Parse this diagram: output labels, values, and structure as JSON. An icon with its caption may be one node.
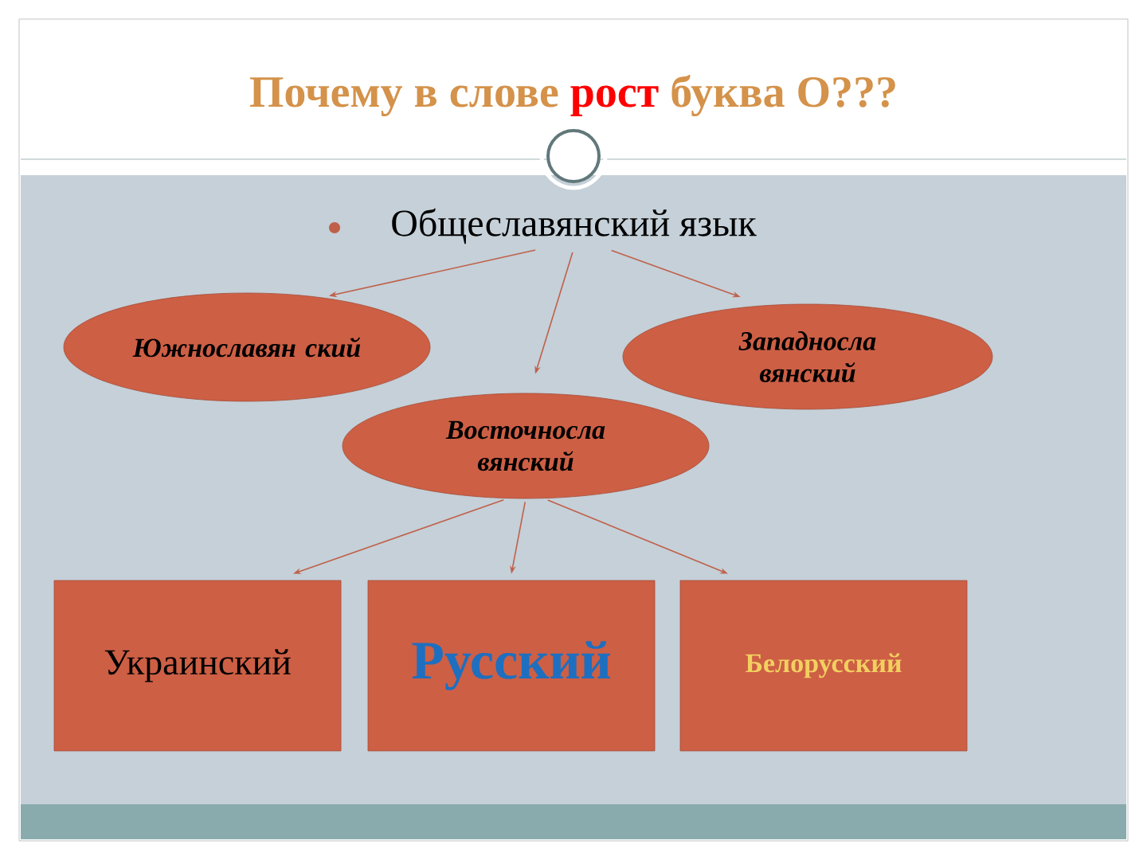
{
  "diagram": {
    "title": "Почему в слове **рост** буква О???",
    "nodes": [
      {
        "text": [
          "Общеславянский язык"
        ]
      },
      {
        "text": [
          "Южнославян ский"
        ]
      },
      {
        "text": [
          "Западносла вянский"
        ]
      },
      {
        "text": [
          "Восточносла вянский"
        ]
      },
      {
        "text": [
          "Украинский"
        ]
      },
      {
        "text": [
          "Русский"
        ]
      },
      {
        "text": [
          "Белорусский"
        ]
      }
    ],
    "edges": [
      {
        "from": 0,
        "to": 1,
        "arrow": "to"
      },
      {
        "from": 0,
        "to": 3,
        "arrow": "to"
      },
      {
        "from": 0,
        "to": 2,
        "arrow": "to"
      },
      {
        "from": 3,
        "to": 4,
        "arrow": "to"
      },
      {
        "from": 3,
        "to": 5,
        "arrow": "to"
      },
      {
        "from": 3,
        "to": 6,
        "arrow": "to"
      }
    ]
  }
}
